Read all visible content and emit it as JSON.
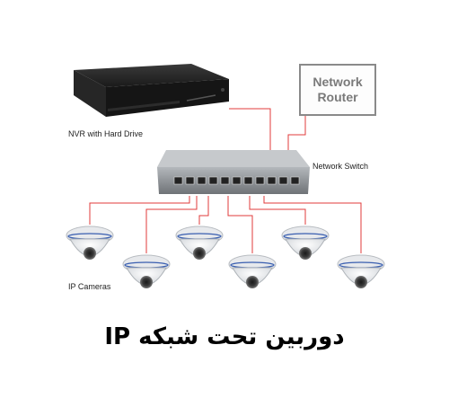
{
  "labels": {
    "nvr": "NVR with Hard Drive",
    "router": "Network Router",
    "switch": "Network Switch",
    "cameras": "IP Cameras"
  },
  "caption": "دوربین تحت شبکه IP",
  "colors": {
    "cable": "#e23b3b",
    "router_border": "#8a8a8a",
    "device_dark": "#1c1c1c",
    "switch_body": "#8e9296"
  }
}
